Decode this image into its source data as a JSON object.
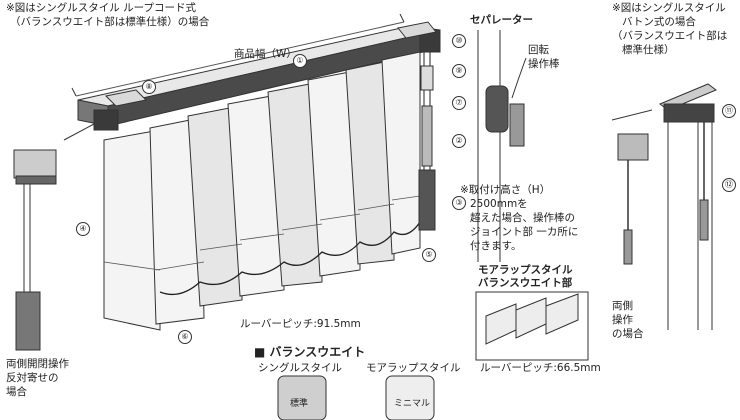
{
  "note_loop_cord": [
    "※図はシングルスタイル ループコード式",
    "（バランスウエイト部は標準仕様）の場合"
  ],
  "note_baton": [
    "※図はシングルスタイル",
    "バトン式の場合",
    "（バランスウエイト部は",
    "標準仕様）"
  ],
  "product_width": "商品幅（W）",
  "separator_title": "セパレーター",
  "rotation_rod": [
    "回転",
    "操作棒"
  ],
  "install_height": [
    "※取付け高さ（H）",
    "2500mmを",
    "超えた場合、操作棒の",
    "ジョイント部 一カ所に",
    "付きます。"
  ],
  "moire_title": [
    "モアラップスタイル",
    "バランスウエイト部"
  ],
  "louver_pitch_main": "ルーバーピッチ:91.5mm",
  "louver_pitch_moire": "ルーバーピッチ:66.5mm",
  "balance_weight_heading": "■ バランスウエイト",
  "single_style": "シングルスタイル",
  "moire_style": "モアラップスタイル",
  "weight_standard": "標準",
  "weight_minimal": "ミニマル",
  "both_open_left": [
    "両側開閉操作",
    "反対寄せの",
    "場合"
  ],
  "both_ops_right": [
    "両側",
    "操作",
    "の場合"
  ],
  "part_numbers": [
    "①",
    "②",
    "③",
    "④",
    "⑤",
    "⑥",
    "⑦",
    "⑧",
    "⑨",
    "⑩",
    "⑪",
    "⑫"
  ]
}
